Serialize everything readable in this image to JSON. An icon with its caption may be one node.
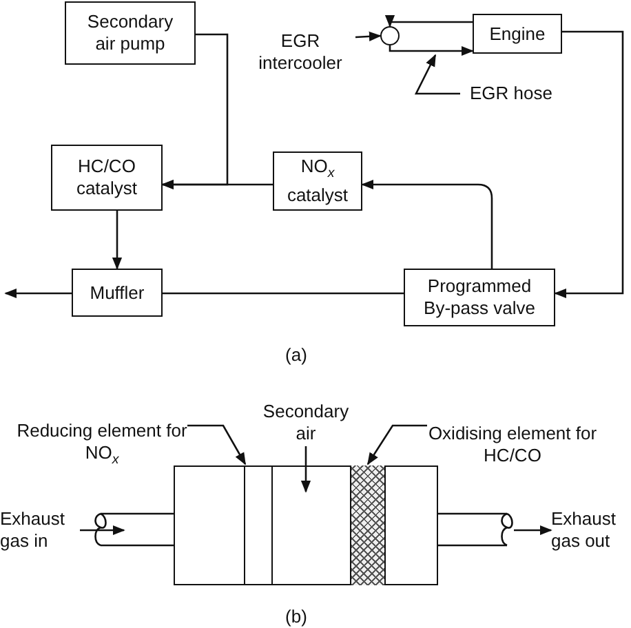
{
  "diagram": {
    "nodes": [
      {
        "text": [
          "Secondary air pump"
        ]
      },
      {
        "text": [
          "EGR intercooler"
        ]
      },
      {
        "text": [],
        "shape": "circle"
      },
      {
        "text": [
          "Engine"
        ]
      },
      {
        "text": [
          "EGR hose"
        ]
      },
      {
        "text": [
          "HC/CO catalyst"
        ]
      },
      {
        "text": [
          "NO$_{x}$ catalyst"
        ]
      },
      {
        "text": [
          "Muffler"
        ]
      },
      {
        "text": [
          "Programmed By-pass valve"
        ]
      },
      {
        "text": [
          "Reducing element for NO$_{x}$"
        ]
      },
      {
        "text": [
          "Secondary air"
        ]
      },
      {
        "text": [
          "Oxidising element for HC/CO"
        ]
      },
      {
        "text": [],
        "shape": "box"
      },
      {
        "text": [],
        "shape": "box",
        "in": 12
      },
      {
        "text": [],
        "shape": "box",
        "in": 12
      },
      {
        "text": [
          "Exhaust gas in"
        ]
      },
      {
        "text": [
          "Exhaust gas out"
        ]
      }
    ],
    "edges": [
      {
        "from": 0,
        "to": 5,
        "arrow": "to"
      },
      {
        "from": 6,
        "to": 5,
        "arrow": "to"
      },
      {
        "from": 1,
        "to": 2,
        "arrow": "to"
      },
      {
        "from": 3,
        "to": 2,
        "arrow": "to"
      },
      {
        "from": 2,
        "to": 3,
        "arrow": "to"
      },
      {
        "from": 4,
        "to": null,
        "arrow": "to"
      },
      {
        "from": 3,
        "to": 8,
        "arrow": "to"
      },
      {
        "from": 8,
        "to": 6,
        "arrow": "to"
      },
      {
        "from": 8,
        "to": 7,
        "arrow": "none"
      },
      {
        "from": 5,
        "to": 7,
        "arrow": "to"
      },
      {
        "from": 7,
        "to": null,
        "arrow": "to"
      },
      {
        "from": 9,
        "to": 13,
        "arrow": "to"
      },
      {
        "from": 10,
        "to": 12,
        "arrow": "to"
      },
      {
        "from": 11,
        "to": 14,
        "arrow": "to"
      },
      {
        "from": 15,
        "to": null,
        "arrow": "to"
      },
      {
        "from": null,
        "to": 16,
        "arrow": "to"
      }
    ],
    "labels": [
      "(a)",
      "(b)"
    ]
  }
}
